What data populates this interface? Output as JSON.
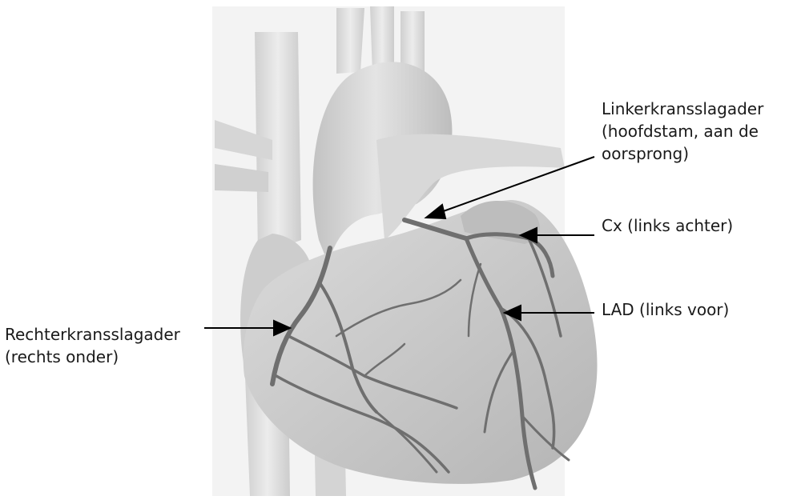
{
  "labels": {
    "left_main": {
      "line1": "Linkerkransslagader",
      "line2": "(hoofdstam, aan de",
      "line3": "oorsprong)"
    },
    "circumflex": {
      "line1": "Cx (links achter)"
    },
    "lad": {
      "line1": "LAD (links voor)"
    },
    "right_coronary": {
      "line1": "Rechterkransslagader",
      "line2": "(rechts onder)"
    }
  },
  "colors": {
    "artery": "#6f6f6f",
    "muscle": "#c9c9c9",
    "arrow": "#000000",
    "text": "#1a1a1a"
  }
}
